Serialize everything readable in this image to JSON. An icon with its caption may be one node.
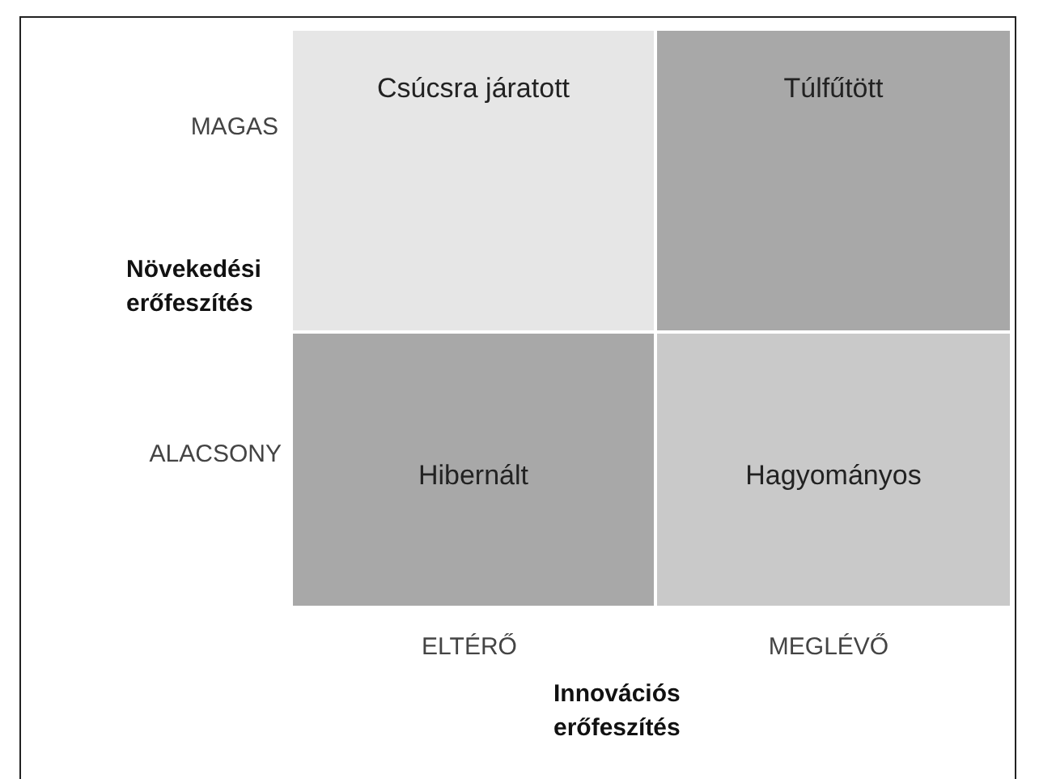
{
  "diagram": {
    "nodes": [
      {
        "text": [
          "Csúcsra járatott"
        ]
      },
      {
        "text": [
          "Túlfűtött"
        ]
      },
      {
        "text": [
          "Hibernált"
        ]
      },
      {
        "text": [
          "Hagyományos"
        ]
      }
    ],
    "labels": [
      "MAGAS",
      "Növekedési erőfeszítés",
      "ALACSONY",
      "ELTÉRŐ",
      "MEGLÉVŐ",
      "Innovációs erőfeszítés"
    ]
  }
}
